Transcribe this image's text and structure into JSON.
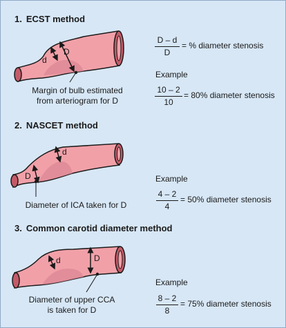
{
  "sections": [
    {
      "number": "1.",
      "title": "ECST method",
      "caption_line1": "Margin of bulb estimated",
      "caption_line2": "from arteriogram for D",
      "small_label": "d",
      "large_label": "D",
      "formula": {
        "numerator": "D – d",
        "denominator": "D",
        "result": "= % diameter stenosis"
      },
      "example_label": "Example",
      "example": {
        "numerator": "10 – 2",
        "denominator": "10",
        "result": "= 80% diameter stenosis"
      }
    },
    {
      "number": "2.",
      "title": "NASCET method",
      "caption_line1": "Diameter of ICA taken for D",
      "small_label": "d",
      "large_label": "D",
      "example_label": "Example",
      "example": {
        "numerator": "4 – 2",
        "denominator": "4",
        "result": "= 50% diameter stenosis"
      }
    },
    {
      "number": "3.",
      "title": "Common carotid diameter method",
      "caption_line1": "Diameter of upper CCA",
      "caption_line2": "is taken for D",
      "small_label": "d",
      "large_label": "D",
      "example_label": "Example",
      "example": {
        "numerator": "8 – 2",
        "denominator": "8",
        "result": "= 75% diameter stenosis"
      }
    }
  ],
  "colors": {
    "background": "#d7e7f6",
    "vessel_fill": "#f1a0a8",
    "vessel_stroke": "#1a1a1a",
    "plaque": "#dc8795",
    "lumen_end": "#c45a68"
  }
}
